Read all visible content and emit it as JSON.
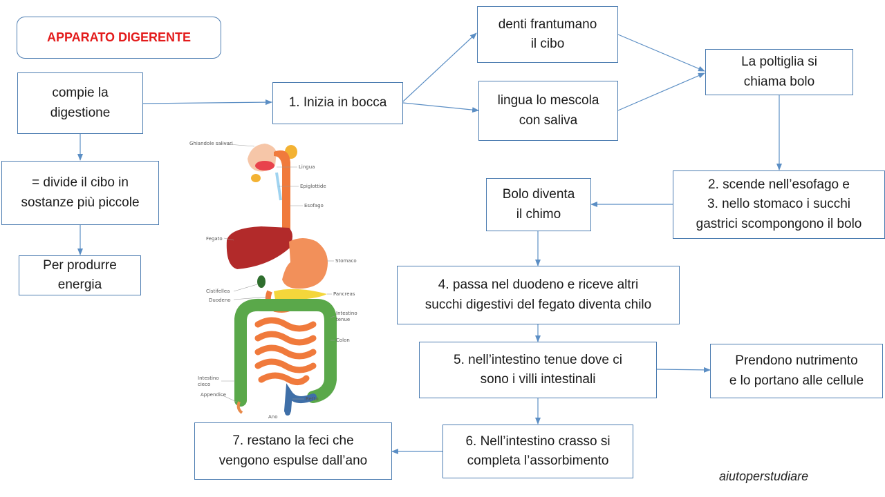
{
  "title": "APPARATO DIGERENTE",
  "nodes": {
    "compie": "compie la\ndigestione",
    "divide": "= divide il cibo in\nsostanze più piccole",
    "energia": "Per produrre\nenergia",
    "bocca": "1. Inizia in bocca",
    "denti": "denti frantumano\nil cibo",
    "lingua": "lingua lo mescola\ncon saliva",
    "bolo": "La poltiglia si\nchiama bolo",
    "esofago": "2. scende nell’esofago e\n3. nello stomaco i succhi\ngastrici scompongono il bolo",
    "chimo": "Bolo diventa\nil chimo",
    "duodeno": "4. passa nel duodeno e riceve altri\nsucchi digestivi del fegato diventa chilo",
    "tenue": "5. nell’intestino tenue dove ci\nsono i villi intestinali",
    "nutrimento": "Prendono nutrimento\ne lo portano alle cellule",
    "crasso": "6. Nell’intestino crasso si\ncompleta l’assorbimento",
    "feci": "7. restano la feci che\nvengono espulse dall’ano"
  },
  "anatomy_labels": {
    "ghiandole": "Ghiandole salivari",
    "lingua": "Lingua",
    "epiglottide": "Epiglottide",
    "esofago": "Esofago",
    "fegato": "Fegato",
    "stomaco": "Stomaco",
    "cistifellea": "Cistifellea",
    "duodeno": "Duodeno",
    "pancreas": "Pancreas",
    "intestino_tenue": "Intestino\ntenue",
    "colon": "Colon",
    "intestino_cieco": "Intestino\ncieco",
    "appendice": "Appendice",
    "retto": "Retto",
    "ano": "Ano"
  },
  "credit": "aiutoperstudiare",
  "colors": {
    "border": "#4a7bb0",
    "arrow": "#5b8ec4",
    "title": "#e31b1b"
  }
}
